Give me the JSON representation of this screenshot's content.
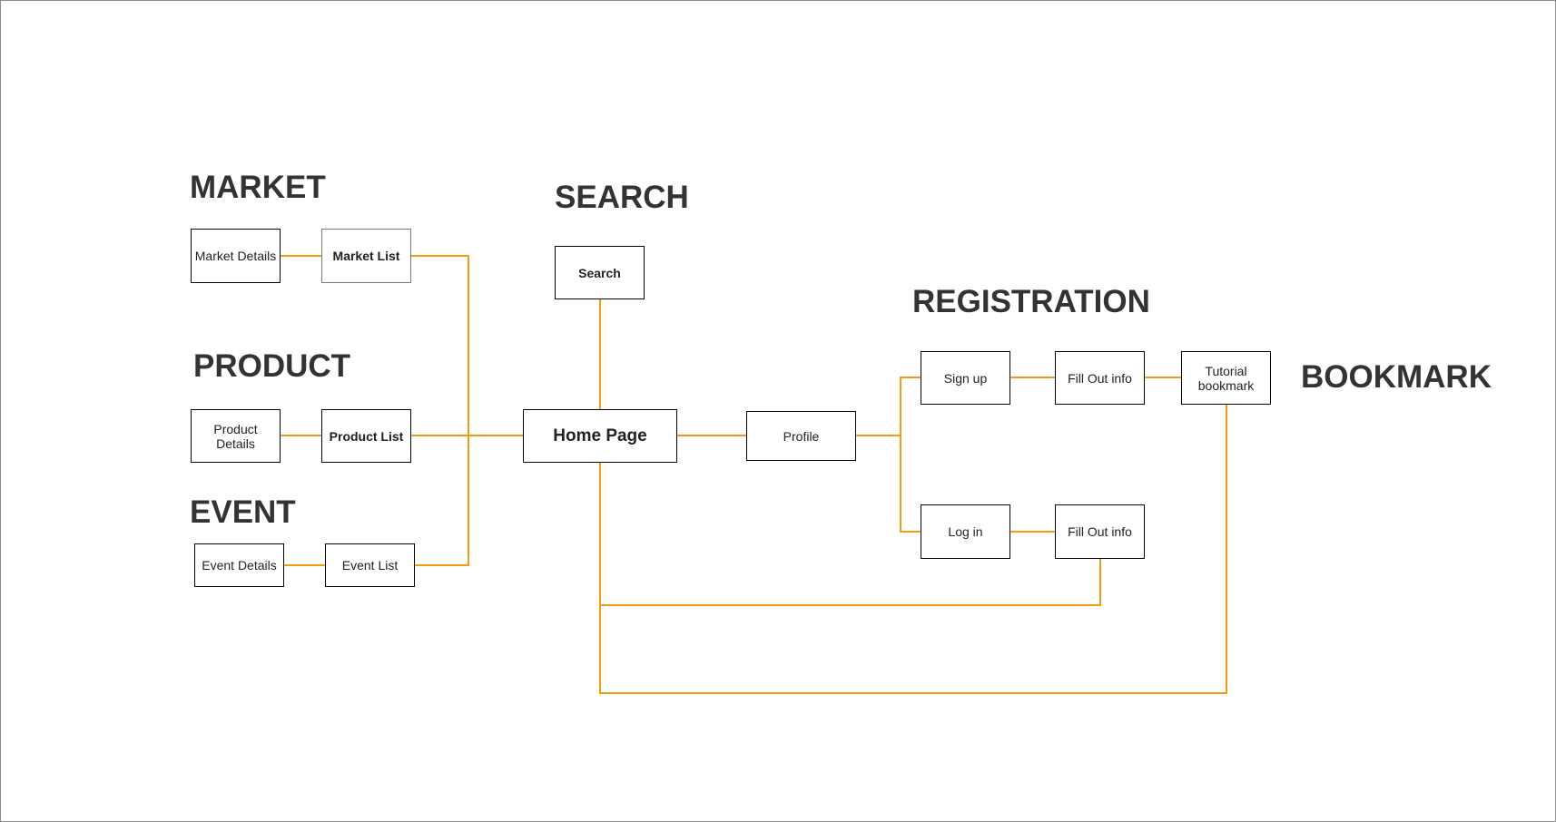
{
  "diagram": {
    "line_color": "#f39c12",
    "headings": {
      "market": "MARKET",
      "search": "SEARCH",
      "product": "PRODUCT",
      "registration": "REGISTRATION",
      "bookmark": "BOOKMARK",
      "event": "EVENT"
    },
    "nodes": {
      "market_details": "Market Details",
      "market_list": "Market List",
      "search": "Search",
      "product_details": "Product Details",
      "product_list": "Product List",
      "home_page": "Home Page",
      "profile": "Profile",
      "sign_up": "Sign up",
      "fill_out_info_signup": "Fill Out info",
      "tutorial_bookmark": "Tutorial bookmark",
      "event_details": "Event Details",
      "event_list": "Event List",
      "log_in": "Log in",
      "fill_out_info_login": "Fill Out info"
    }
  }
}
